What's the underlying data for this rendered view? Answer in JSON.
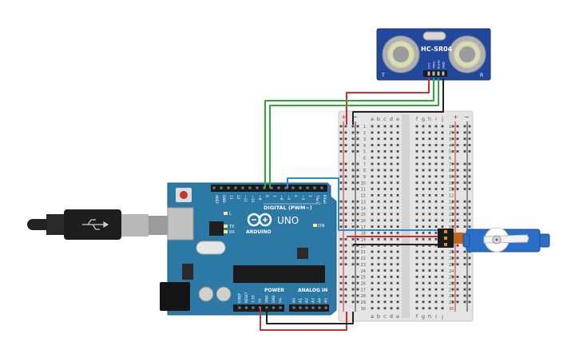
{
  "sensor": {
    "label": "HC-SR04",
    "pin_labels": [
      "VCC",
      "TRIG",
      "ECHO",
      "GND"
    ],
    "corner_left": "T",
    "corner_right": "R"
  },
  "arduino": {
    "brand": "ARDUINO",
    "model": "UNO",
    "digital_label": "DIGITAL (PWM~)",
    "power_label": "POWER",
    "analog_label": "ANALOG IN",
    "on_label": "ON",
    "l_label": "L",
    "tx_label": "TX",
    "rx_label": "RX",
    "digital_pins": [
      "AREF",
      "GND",
      "13",
      "12",
      "~11",
      "~10",
      "~9",
      "8",
      "7",
      "~6",
      "~5",
      "4",
      "~3",
      "2",
      "TX▸1",
      "RX◂0"
    ],
    "power_pins": [
      "IOREF",
      "RESET",
      "3.3V",
      "5V",
      "GND",
      "GND",
      "Vin"
    ],
    "analog_pins": [
      "A0",
      "A1",
      "A2",
      "A3",
      "A4",
      "A5"
    ]
  },
  "breadboard": {
    "columns_left": [
      "a",
      "b",
      "c",
      "d",
      "e"
    ],
    "columns_right": [
      "f",
      "g",
      "h",
      "i",
      "j"
    ],
    "row_numbers": [
      "1",
      "2",
      "3",
      "4",
      "5",
      "6",
      "7",
      "8",
      "9",
      "10",
      "11",
      "12",
      "13",
      "14",
      "15",
      "16",
      "17",
      "18",
      "19",
      "20",
      "21",
      "22",
      "23",
      "24",
      "25",
      "26",
      "27",
      "28",
      "29",
      "30"
    ],
    "rail_plus": "+",
    "rail_minus": "−"
  },
  "colors": {
    "arduino_board": "#2d79a6",
    "sensor_board": "#21489c",
    "wire_red": "#d42a2a",
    "wire_black": "#222222",
    "wire_green": "#2fa83a",
    "wire_blue": "#2a8fd0",
    "servo_body": "#2a6fc7"
  }
}
